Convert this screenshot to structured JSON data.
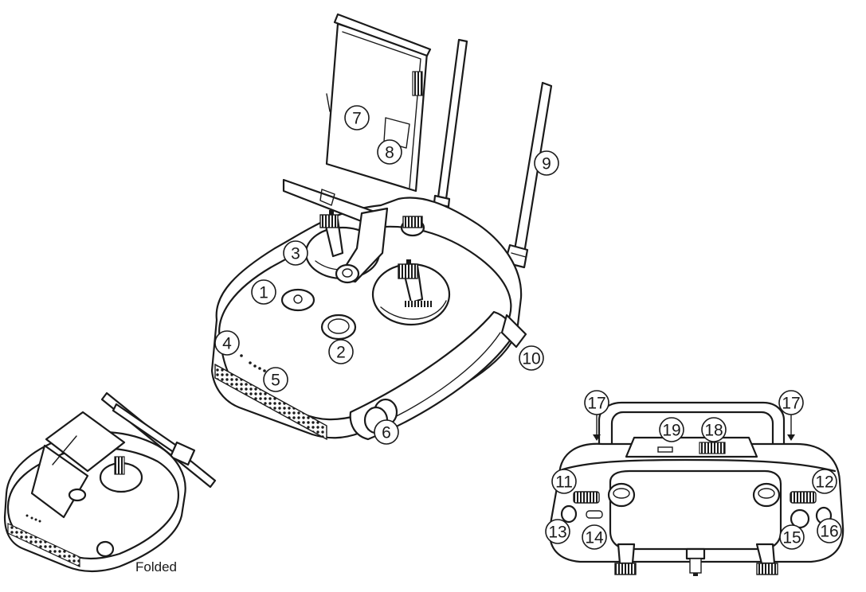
{
  "callouts": [
    "1",
    "2",
    "3",
    "4",
    "5",
    "6",
    "7",
    "8",
    "9",
    "10",
    "11",
    "12",
    "13",
    "14",
    "15",
    "16",
    "17",
    "17",
    "18",
    "19"
  ],
  "folded_caption": "Folded"
}
